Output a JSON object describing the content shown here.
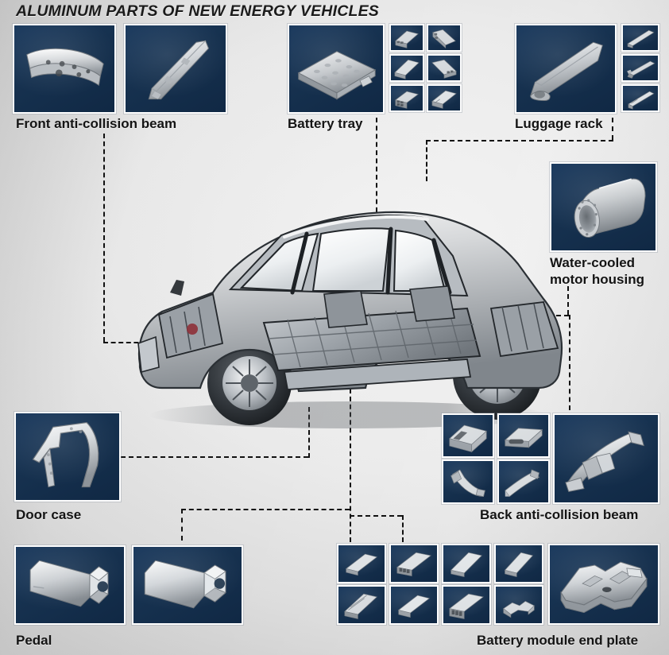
{
  "infographic": {
    "title": "ALUMINUM PARTS OF NEW ENERGY VEHICLES",
    "colors": {
      "card_navy": "#16314f",
      "card_border": "#ffffff",
      "background_light": "#ececec",
      "background_dark": "#bdbdbd",
      "text": "#141414",
      "connector": "#111111",
      "part_metal": "#d8dadc"
    },
    "subject": {
      "name": "new-energy-vehicle-body-in-white",
      "description": "Cutaway aluminum vehicle body structure"
    },
    "groups": [
      {
        "id": "front-anti-collision-beam",
        "label": "Front anti-collision beam",
        "card_count": 2,
        "thumbs": [
          "curved-bumper-beam",
          "straight-crash-rail"
        ]
      },
      {
        "id": "battery-tray",
        "label": "Battery tray",
        "card_count": 7,
        "thumbs": [
          "battery-tray-assembly",
          "extrusion-profile-1",
          "extrusion-profile-2",
          "extrusion-profile-3",
          "extrusion-profile-4",
          "extrusion-profile-5",
          "extrusion-profile-6"
        ]
      },
      {
        "id": "luggage-rack",
        "label": "Luggage rack",
        "card_count": 4,
        "thumbs": [
          "roof-rail-bar",
          "roof-rail-profile-1",
          "roof-rail-profile-2",
          "roof-rail-profile-3"
        ]
      },
      {
        "id": "water-cooled-motor-housing",
        "label": "Water-cooled\nmotor housing",
        "card_count": 1,
        "thumbs": [
          "motor-housing-tube"
        ]
      },
      {
        "id": "door-case",
        "label": "Door case",
        "card_count": 1,
        "thumbs": [
          "door-frame-casting"
        ]
      },
      {
        "id": "back-anti-collision-beam",
        "label": "Back anti-collision beam",
        "card_count": 5,
        "thumbs": [
          "rear-beam-square-tube",
          "rear-beam-flat-tube",
          "rear-beam-curved-1",
          "rear-beam-curved-2",
          "rear-bumper-assembly"
        ]
      },
      {
        "id": "pedal",
        "label": "Pedal",
        "card_count": 2,
        "thumbs": [
          "pedal-hex-tube-1",
          "pedal-hex-tube-2"
        ]
      },
      {
        "id": "battery-module-end-plate",
        "label": "Battery module end plate",
        "card_count": 9,
        "thumbs": [
          "end-plate-1",
          "end-plate-2",
          "end-plate-3",
          "end-plate-4",
          "end-plate-5",
          "end-plate-6",
          "end-plate-7",
          "end-plate-8",
          "end-plate-large"
        ]
      }
    ]
  }
}
